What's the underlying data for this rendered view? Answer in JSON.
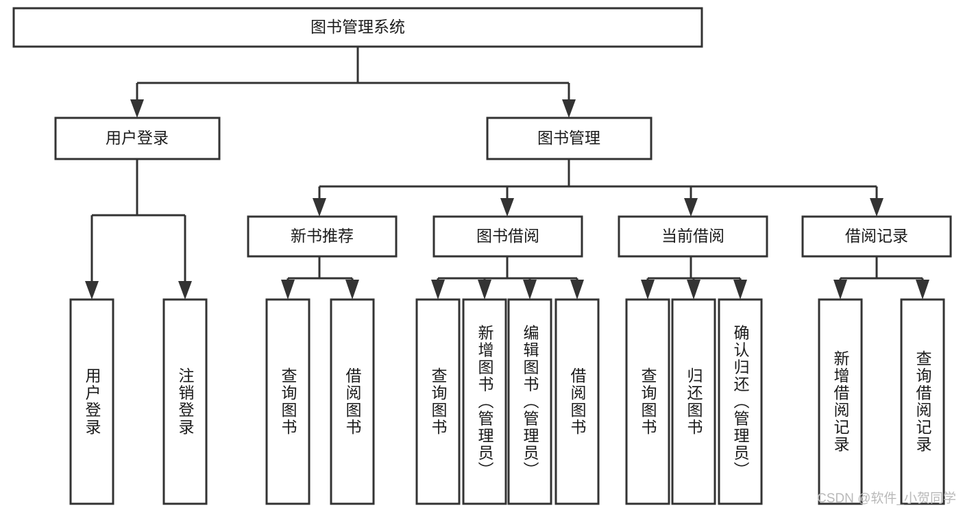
{
  "diagram": {
    "title_node": {
      "label": "图书管理系统"
    },
    "level2": [
      {
        "label": "用户登录"
      },
      {
        "label": "图书管理"
      }
    ],
    "level3": [
      {
        "label": "新书推荐"
      },
      {
        "label": "图书借阅"
      },
      {
        "label": "当前借阅"
      },
      {
        "label": "借阅记录"
      }
    ],
    "leaves_user_login": [
      {
        "label": "用户登录"
      },
      {
        "label": "注销登录"
      }
    ],
    "leaves_new_books": [
      {
        "label": "查询图书"
      },
      {
        "label": "借阅图书"
      }
    ],
    "leaves_borrow": [
      {
        "label": "查询图书"
      },
      {
        "label": "新增图书（管理员）"
      },
      {
        "label": "编辑图书（管理员）"
      },
      {
        "label": "借阅图书"
      }
    ],
    "leaves_current": [
      {
        "label": "查询图书"
      },
      {
        "label": "归还图书"
      },
      {
        "label": "确认归还（管理员）"
      }
    ],
    "leaves_records": [
      {
        "label": "新增借阅记录"
      },
      {
        "label": "查询借阅记录"
      }
    ]
  },
  "watermark": {
    "text": "CSDN @软件_小贺同学"
  },
  "colors": {
    "background": "#ffffff",
    "node_fill": "#ffffff",
    "node_stroke": "#333333",
    "text": "#1b1b1b",
    "watermark": "#b9b9b9"
  }
}
